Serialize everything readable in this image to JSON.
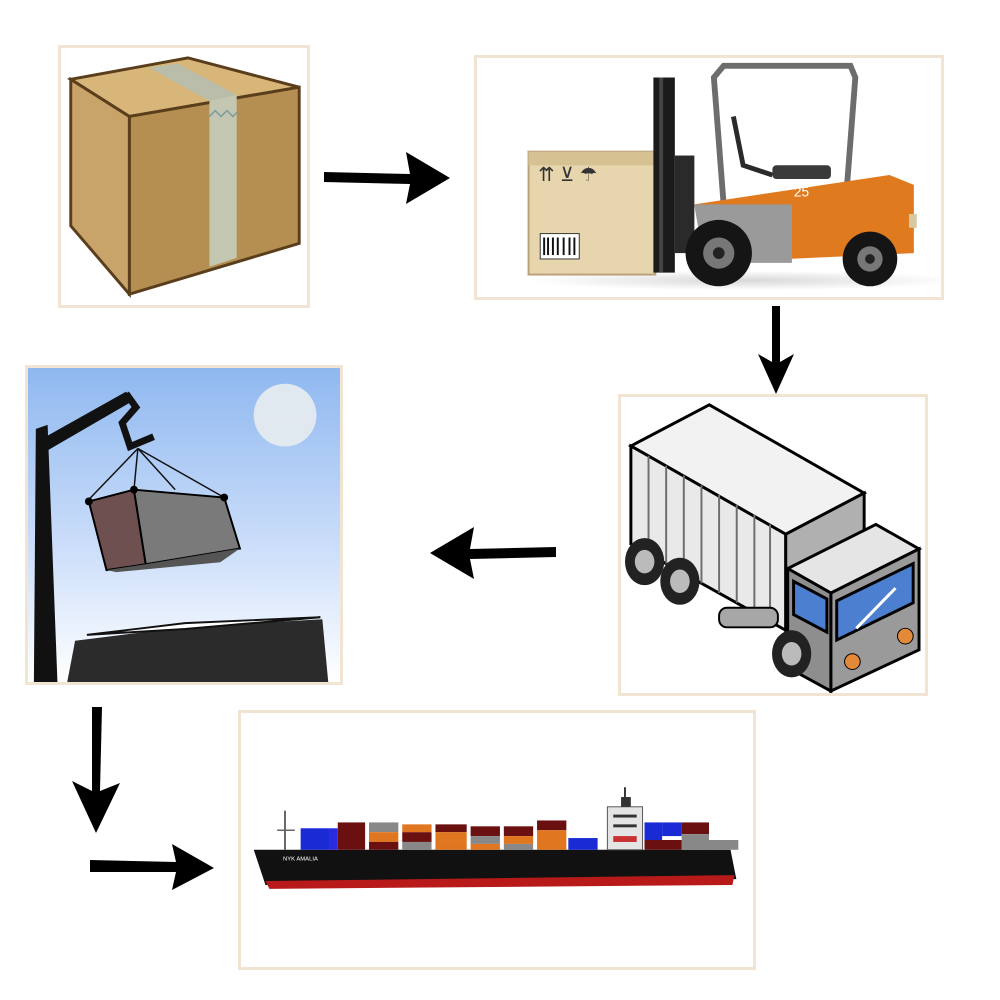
{
  "flow": {
    "steps": [
      {
        "id": "package",
        "icon": "cardboard-box-icon"
      },
      {
        "id": "forklift",
        "icon": "forklift-icon"
      },
      {
        "id": "truck",
        "icon": "container-truck-icon"
      },
      {
        "id": "crane",
        "icon": "crane-lifting-container-icon"
      },
      {
        "id": "ship",
        "icon": "container-ship-icon"
      }
    ],
    "connectors": [
      "arrow-right",
      "arrow-down",
      "arrow-left",
      "arrow-down",
      "arrow-right"
    ]
  },
  "colors": {
    "panel_border": "#f1e4d3",
    "arrow": "#000000",
    "box": "#c9a46a",
    "forklift": "#e07a1f",
    "sky": "#a6c8f4",
    "ship_hull": "#111111",
    "ship_waterline": "#b81a1a"
  },
  "labels": {
    "forklift_badge": "25",
    "ship_name": "NYK AMALIA"
  }
}
